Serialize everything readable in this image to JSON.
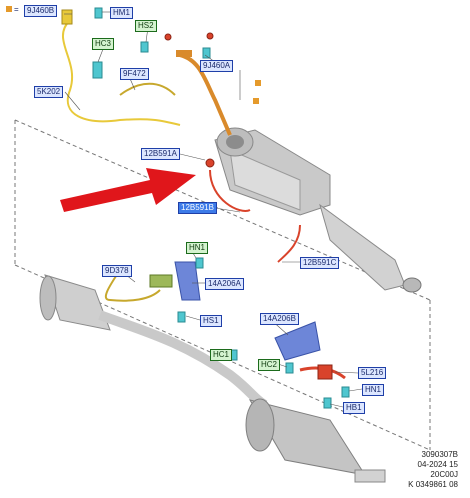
{
  "labels": {
    "l_9J460B": "9J460B",
    "l_HM1": "HM1",
    "l_HS2": "HS2",
    "l_HC3": "HC3",
    "l_9F472": "9F472",
    "l_9J460A": "9J460A",
    "l_5K202": "5K202",
    "l_12B591A": "12B591A",
    "l_12B591B": "12B591B",
    "l_12B591C": "12B591C",
    "l_HN1_top": "HN1",
    "l_9D378": "9D378",
    "l_14A206A": "14A206A",
    "l_HS1": "HS1",
    "l_14A206B": "14A206B",
    "l_HC1": "HC1",
    "l_HC2": "HC2",
    "l_5L216": "5L216",
    "l_HN1_bot": "HN1",
    "l_HB1": "HB1"
  },
  "footer": {
    "line1": "3090307B",
    "line2": "04-2024 15",
    "line3": "20C00J",
    "line4": "K 0349861 08"
  },
  "colors": {
    "callout_blue": "#1f3fa8",
    "callout_green": "#1c6b1c",
    "highlight": "#3d7be8",
    "arrow": "#e0161b",
    "wiring_yellow": "#e8c93a",
    "sensor_red": "#d9432b",
    "bracket_blue": "#6d86d8",
    "pipe_orange": "#d98a2b"
  }
}
